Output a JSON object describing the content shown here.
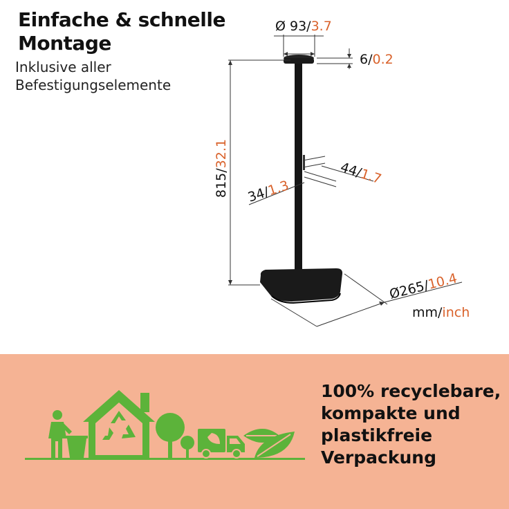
{
  "header": {
    "title_line1": "Einfache & schnelle",
    "title_line2": "Montage",
    "subtitle_line1": "Inklusive aller",
    "subtitle_line2": "Befestigungselemente"
  },
  "dimensions": {
    "top_diameter": {
      "prefix": "Ø 93/",
      "inch": "3.7"
    },
    "top_thickness": {
      "mm": "6/",
      "inch": "0.2"
    },
    "height": {
      "mm": "815/",
      "inch": "32.1"
    },
    "mount_depth": {
      "mm": "44/",
      "inch": "1.7"
    },
    "mount_width": {
      "mm": "34/",
      "inch": "1.3"
    },
    "base_diameter": {
      "prefix": "Ø265/",
      "inch": "10.4"
    },
    "units": {
      "mm": "mm/",
      "inch": "inch"
    }
  },
  "packaging": {
    "line1": "100% recyclebare,",
    "line2": "kompakte und",
    "line3": "plastikfreie",
    "line4": "Verpackung"
  },
  "colors": {
    "accent": "#d9622b",
    "panel": "#f5b394",
    "eco_green": "#5cb33a"
  },
  "icons": [
    "person-recycling-icon",
    "house-recycle-icon",
    "tree-icon",
    "delivery-truck-icon",
    "leaves-icon"
  ]
}
